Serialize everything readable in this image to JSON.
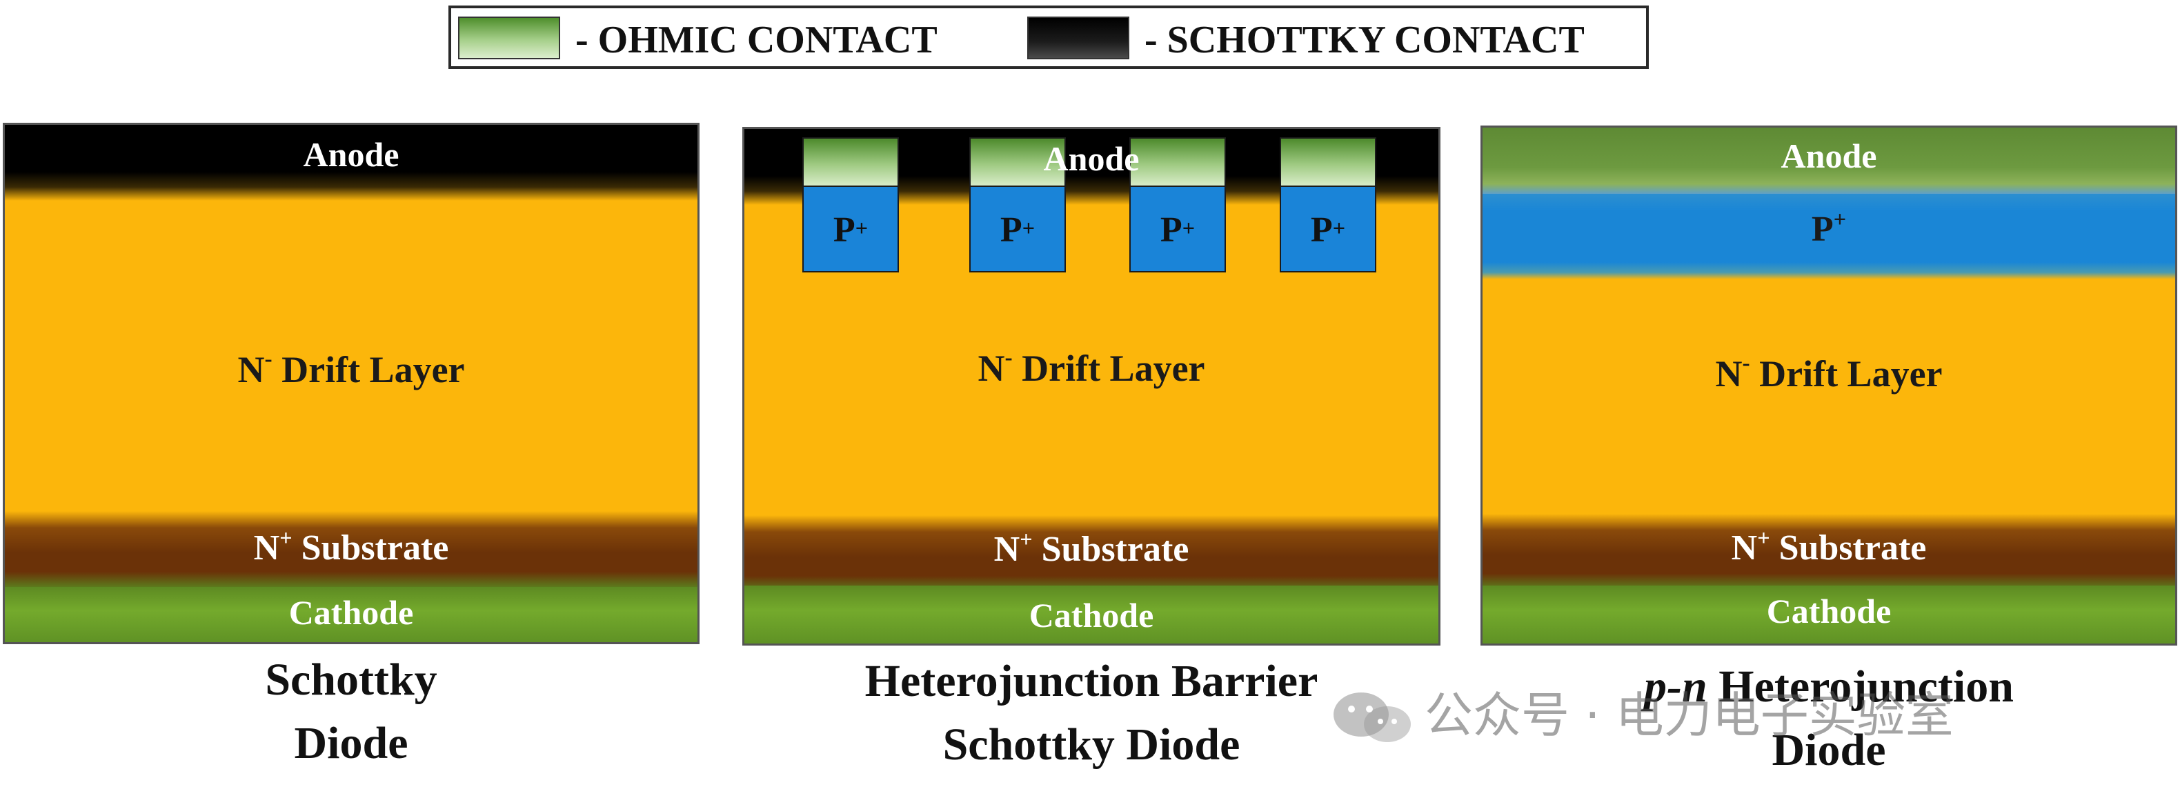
{
  "legend": {
    "ohmic_label": "- OHMIC CONTACT",
    "schottky_label": "- SCHOTTKY CONTACT"
  },
  "devices": [
    {
      "anode": "Anode",
      "drift": "N",
      "drift_sup": "-",
      "drift_rest": " Drift Layer",
      "substrate": "N",
      "substrate_sup": "+",
      "substrate_rest": " Substrate",
      "cathode": "Cathode",
      "caption_line1": "Schottky",
      "caption_line2": "Diode"
    },
    {
      "anode": "Anode",
      "p_region": "P",
      "p_sup": "+",
      "drift": "N",
      "drift_sup": "-",
      "drift_rest": " Drift Layer",
      "substrate": "N",
      "substrate_sup": "+",
      "substrate_rest": " Substrate",
      "cathode": "Cathode",
      "caption_line1": "Heterojunction Barrier",
      "caption_line2": "Schottky Diode"
    },
    {
      "anode": "Anode",
      "p_region": "P",
      "p_sup": "+",
      "drift": "N",
      "drift_sup": "-",
      "drift_rest": " Drift Layer",
      "substrate": "N",
      "substrate_sup": "+",
      "substrate_rest": " Substrate",
      "cathode": "Cathode",
      "caption_italic": "p-n",
      "caption_line1_rest": " Heterojunction",
      "caption_line2": "Diode"
    }
  ],
  "watermark": {
    "text": "公众号 · 电力电子实验室"
  },
  "colors": {
    "drift": "#fcb60b",
    "p_region": "#1a84d8",
    "substrate": "#6b3208",
    "ohmic": "#6d9a40",
    "schottky": "#000000"
  }
}
